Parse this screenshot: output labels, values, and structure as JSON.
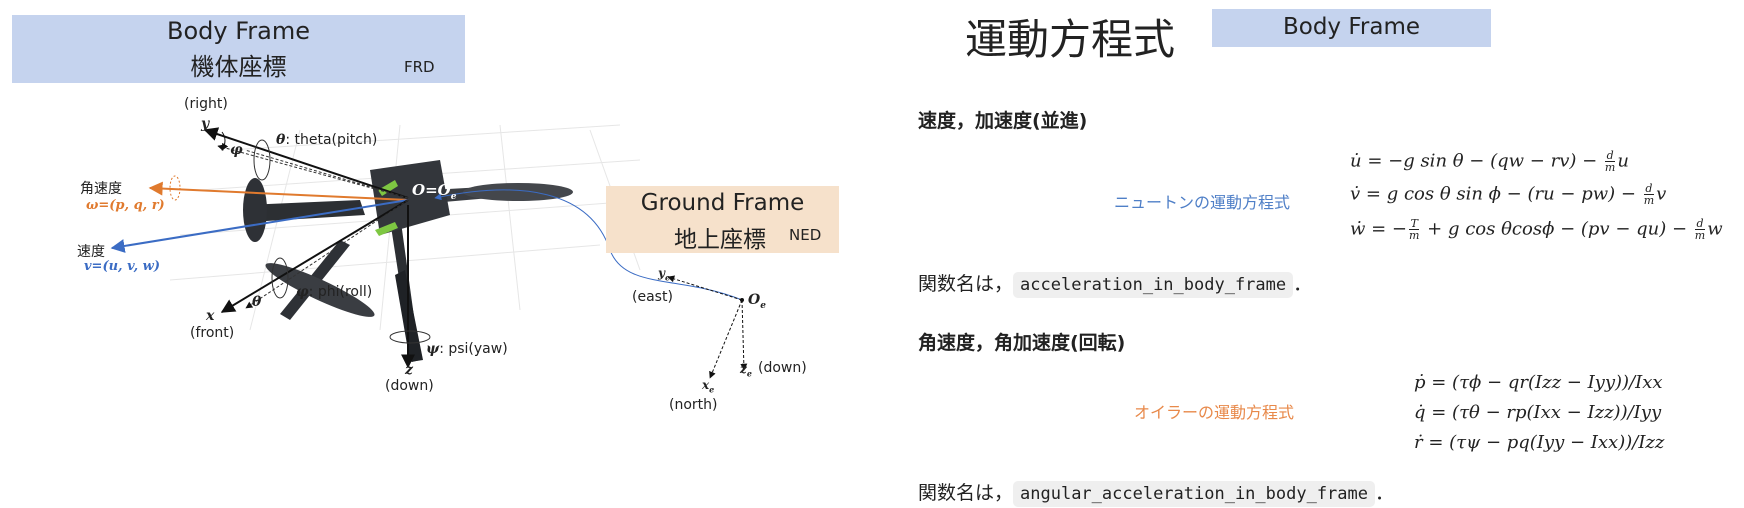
{
  "left": {
    "body_frame_box": {
      "title_en": "Body Frame",
      "title_jp": "機体座標",
      "tag": "FRD"
    },
    "ground_frame_box": {
      "title_en": "Ground Frame",
      "title_jp": "地上座標",
      "tag": "NED"
    },
    "diagram": {
      "right": "(right)",
      "y_axis": "y",
      "phi_arc": "φ",
      "theta_label": "θ",
      "theta_text": ": theta(pitch)",
      "angular_velocity": "角速度",
      "omega": "ω=(p, q, r)",
      "velocity": "速度",
      "v_vec": "v=(u, v, w)",
      "origin": "O=O",
      "origin_sub": "e",
      "x_axis": "x",
      "front": "(front)",
      "theta_small": "θ",
      "phi_label": "φ",
      "phi_text": ": phi(roll)",
      "psi_label": "ψ",
      "psi_text": ": psi(yaw)",
      "z_axis": "z",
      "down": "(down)",
      "ye": "y",
      "ye_sub": "e",
      "east": "(east)",
      "Oe": "O",
      "Oe_sub": "e",
      "xe": "x",
      "xe_sub": "e",
      "north": "(north)",
      "ze": "z",
      "ze_sub": "e",
      "down_e": "(down)"
    }
  },
  "right": {
    "main_title": "運動方程式",
    "frame_badge": "Body Frame",
    "section1": {
      "heading": "速度，加速度(並進)",
      "caption": "ニュートンの運動方程式",
      "caption_color": "#4f7fc7",
      "eq1_lhs": "u̇ = −g sin θ − (qw − rv) − ",
      "eq1_num": "d",
      "eq1_den": "m",
      "eq1_tail": "u",
      "eq2_lhs": "v̇ = g cos θ sin ϕ − (ru − pw) − ",
      "eq2_num": "d",
      "eq2_den": "m",
      "eq2_tail": "v",
      "eq3_a": "ẇ = −",
      "eq3_num1": "T",
      "eq3_den1": "m",
      "eq3_mid": " + g cos θcosϕ − (pv − qu) − ",
      "eq3_num2": "d",
      "eq3_den2": "m",
      "eq3_tail": "w",
      "fn_prefix": "関数名は，",
      "fn_name": "acceleration_in_body_frame",
      "fn_suffix": "．"
    },
    "section2": {
      "heading": "角速度，角加速度(回転)",
      "caption": "オイラーの運動方程式",
      "caption_color": "#e8894a",
      "eq1": "ṗ = (τϕ − qr(Izz − Iyy))/Ixx",
      "eq2": "q̇ = (τθ − rp(Ixx − Izz))/Iyy",
      "eq3": "ṙ = (τψ − pq(Iyy − Ixx))/Izz",
      "fn_prefix": "関数名は，",
      "fn_name": "angular_acceleration_in_body_frame",
      "fn_suffix": "．"
    }
  },
  "colors": {
    "blue_box": "#c5d3ee",
    "orange_box": "#f6e1cb",
    "omega": "#e07a2e",
    "velocity": "#3b6cc4"
  }
}
